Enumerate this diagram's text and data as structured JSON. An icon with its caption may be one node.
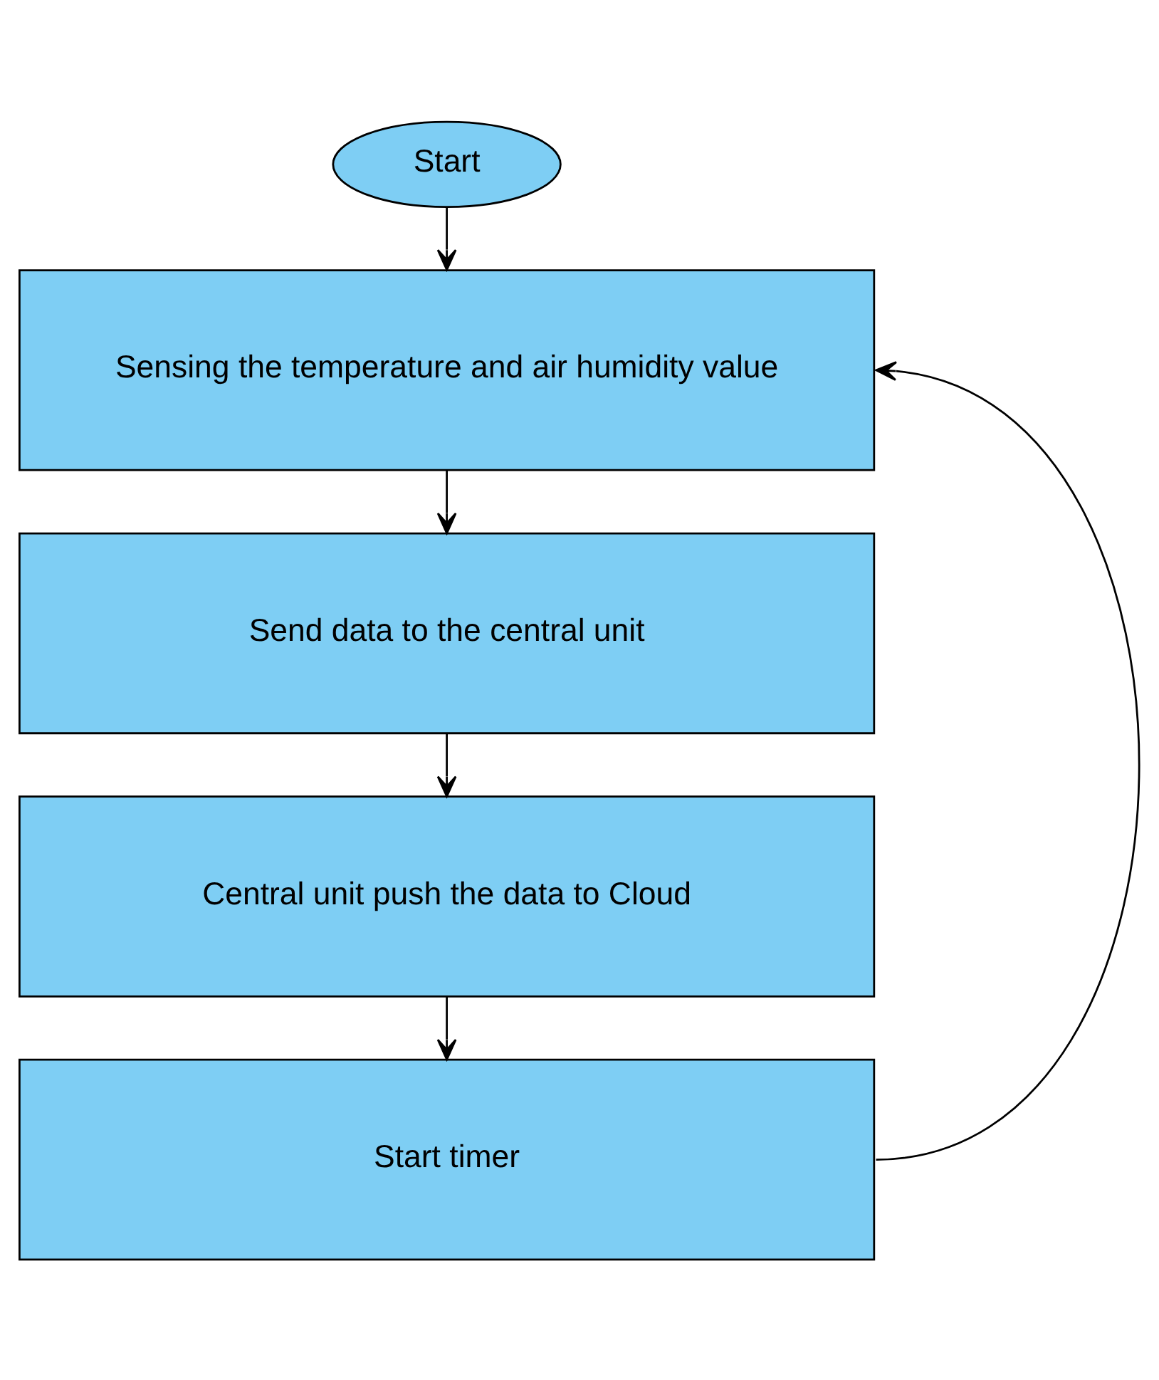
{
  "diagram": {
    "nodes": [
      {
        "text": [
          "Start"
        ]
      },
      {
        "text": [
          "Sensing the temperature and air humidity value"
        ]
      },
      {
        "text": [
          "Send data to the central unit"
        ]
      },
      {
        "text": [
          "Central unit push the data to Cloud"
        ]
      },
      {
        "text": [
          "Start timer"
        ]
      }
    ],
    "edges": [
      {
        "from": 0,
        "to": 1,
        "arrow": "to"
      },
      {
        "from": 1,
        "to": 2,
        "arrow": "to"
      },
      {
        "from": 2,
        "to": 3,
        "arrow": "to"
      },
      {
        "from": 3,
        "to": 4,
        "arrow": "to"
      },
      {
        "from": 4,
        "to": 1,
        "arrow": "to"
      }
    ]
  }
}
